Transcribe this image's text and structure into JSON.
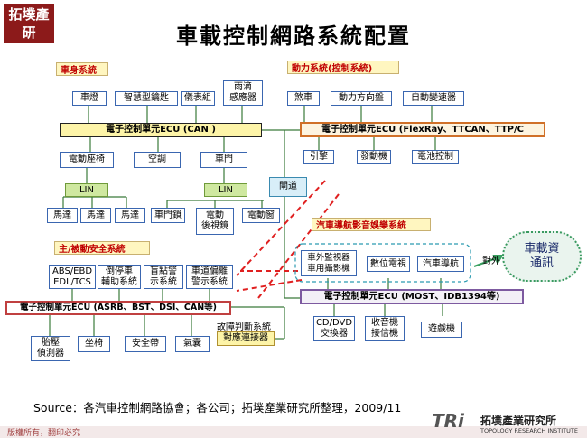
{
  "title": "車載控制網路系統配置",
  "logo_top_left": "拓墣產研",
  "categories": {
    "body": "車身系統",
    "powertrain": "動力系統(控制系統)",
    "safety": "主/被動安全系統",
    "infotainment": "汽車導航影音娛樂系統"
  },
  "body_top_modules": [
    "車燈",
    "智慧型鑰匙",
    "儀表組",
    "雨滴\n感應器"
  ],
  "body_ecu": "電子控制單元ECU (CAN )",
  "body_mid_modules": [
    "電動座椅",
    "空調",
    "車門"
  ],
  "lin_labels": [
    "LIN",
    "LIN"
  ],
  "motors": [
    "馬達",
    "馬達",
    "馬達"
  ],
  "door_modules": [
    "車門鎖",
    "電動\n後視鏡",
    "電動窗"
  ],
  "gateway": "閘道",
  "power_modules": [
    "煞車",
    "動力方向盤",
    "自動變速器"
  ],
  "power_ecu": "電子控制單元ECU (FlexRay、TTCAN、TTP/C",
  "power_sub_modules": [
    "引擎",
    "發動機",
    "電池控制"
  ],
  "safety_modules": [
    "ABS/EBD\nEDL/TCS",
    "倒停車\n輔助系統",
    "盲點警\n示系統",
    "車道偏離\n警示系統"
  ],
  "safety_ecu": "電子控制單元ECU (ASRB、BST、DSI、CAN等)",
  "safety_bottom_modules": [
    "胎壓\n偵測器",
    "坐椅",
    "安全帶",
    "氣囊"
  ],
  "fault_label": "故障判斷系統",
  "diag_connector": "對應連接器",
  "info_modules": [
    "車外監視器\n車用攝影機",
    "數位電視",
    "汽車導航"
  ],
  "external_label": "對外",
  "telematics": "車載資\n通訊",
  "info_ecu": "電子控制單元ECU (MOST、IDB1394等)",
  "info_bottom_modules": [
    "CD/DVD\n交換器",
    "收音機\n接信機",
    "遊戲機"
  ],
  "source": "Source：各汽車控制網路協會；各公司；拓墣產業研究所整理，2009/11",
  "copyright": "版權所有，翻印必究",
  "footer_logo_mark": "TRi",
  "footer_logo_cn": "拓墣產業研究所",
  "footer_logo_en": "TOPOLOGY RESEARCH INSTITUTE",
  "colors": {
    "title": "#000000",
    "category_text": "#c00000",
    "body_ecu_bg": "#fdf4a8",
    "power_ecu_border": "#d07028",
    "info_ecu_border": "#7d5aa0",
    "dashed_line": "#e02020",
    "lin_bg": "#cfe8a0",
    "gateway_bg": "#d8eef8"
  }
}
